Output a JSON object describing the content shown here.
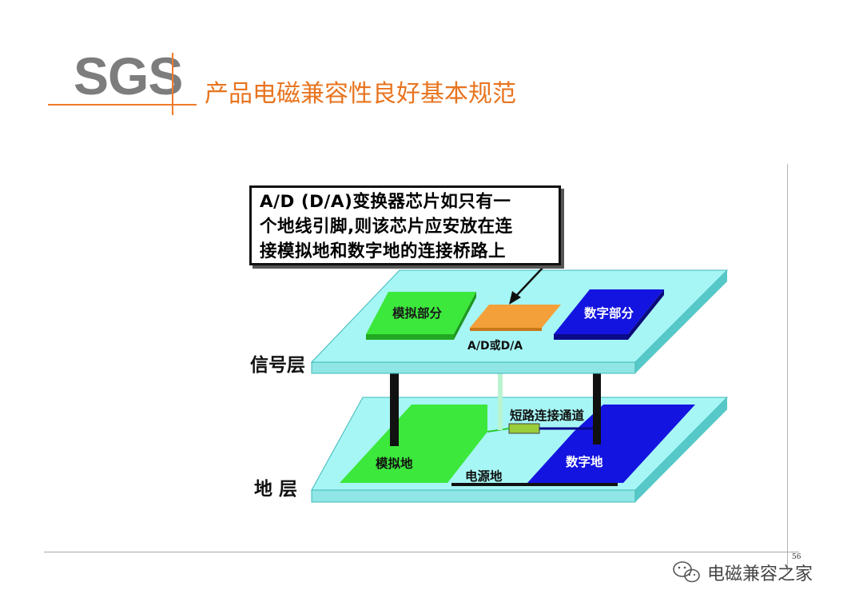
{
  "header": {
    "logo_text": "SGS",
    "title": "产品电磁兼容性良好基本规范"
  },
  "callout": {
    "lines": [
      "A/D (D/A)变换器芯片如只有一",
      "个地线引脚,则该芯片应安放在连",
      "接模拟地和数字地的连接桥路上"
    ]
  },
  "diagram": {
    "signal_layer_label": "信号层",
    "ground_layer_label": "地  层",
    "analog_part": "模拟部分",
    "digital_part": "数字部分",
    "adc_chip_label": "A/D或D/A",
    "short_channel": "短路连接通道",
    "analog_ground": "模拟地",
    "digital_ground": "数字地",
    "power_ground": "电源地",
    "colors": {
      "board": "#a6f6f5",
      "board_edge": "#40b8b8",
      "analog": "#3ce83c",
      "digital": "#1414e0",
      "adc": "#f3a03a",
      "accent": "#e8741f"
    }
  },
  "footer": {
    "page_number": "56",
    "watermark": "电磁兼容之家"
  }
}
